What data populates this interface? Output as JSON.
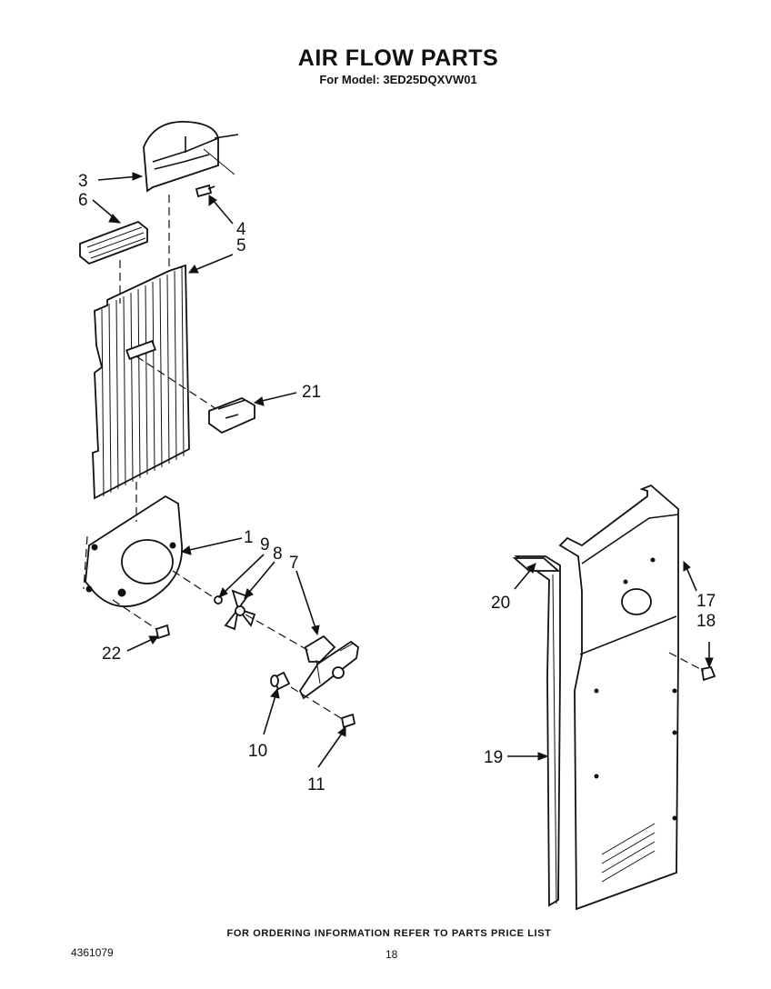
{
  "header": {
    "title": "AIR FLOW PARTS",
    "subtitle": "For Model: 3ED25DQXVW01"
  },
  "footer": {
    "ordering_note": "FOR ORDERING INFORMATION REFER TO PARTS PRICE LIST",
    "document_number": "4361079",
    "page_number": "18"
  },
  "callouts": {
    "c1": "1",
    "c3": "3",
    "c4": "4",
    "c5": "5",
    "c6": "6",
    "c7": "7",
    "c8": "8",
    "c9": "9",
    "c10": "10",
    "c11": "11",
    "c17": "17",
    "c18": "18",
    "c19": "19",
    "c20": "20",
    "c21": "21",
    "c22": "22"
  }
}
